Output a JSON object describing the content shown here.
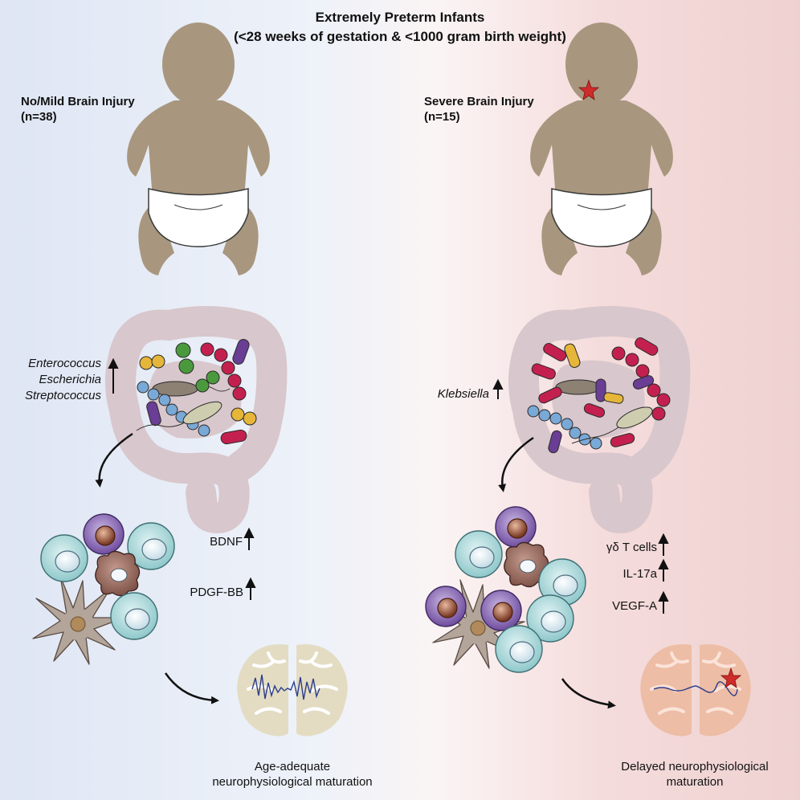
{
  "title": {
    "line1": "Extremely Preterm Infants",
    "line2": "(<28 weeks of gestation & <1000 gram birth weight)"
  },
  "left": {
    "group_name": "No/Mild Brain Injury",
    "group_n": "(n=38)",
    "bacteria": [
      "Enterococcus",
      "Escherichia",
      "Streptococcus"
    ],
    "markers": [
      "BDNF",
      "PDGF-BB"
    ],
    "outcome_line1": "Age-adequate",
    "outcome_line2": "neurophysiological maturation",
    "panel_tint": "#dfe6f4"
  },
  "right": {
    "group_name": "Severe Brain Injury",
    "group_n": "(n=15)",
    "bacteria": [
      "Klebsiella"
    ],
    "markers": [
      "γδ T cells",
      "IL-17a",
      "VEGF-A"
    ],
    "outcome_line1": "Delayed neurophysiological",
    "outcome_line2": "maturation",
    "panel_tint": "#efd1d1"
  },
  "colors": {
    "infant": "#a8977e",
    "gut": "#d8c7cc",
    "crimson": "#c4204f",
    "blue_bacterium": "#79a9d6",
    "purple_rod": "#6a3e94",
    "yellow_coccus": "#e6b63a",
    "green_coccus": "#4a9a3d",
    "star": "#cf2b2b",
    "cell_teal": "#9fd2d4",
    "brain_normal": "#e3dcc2",
    "brain_delayed": "#edbda6"
  },
  "icons": [
    "infant-icon",
    "star-icon",
    "gut-icon",
    "bacteria-icons",
    "immune-cell-icons",
    "dendritic-cell-icon",
    "brain-icon",
    "eeg-trace-icon",
    "up-arrow-icon",
    "curved-arrow-icon"
  ]
}
